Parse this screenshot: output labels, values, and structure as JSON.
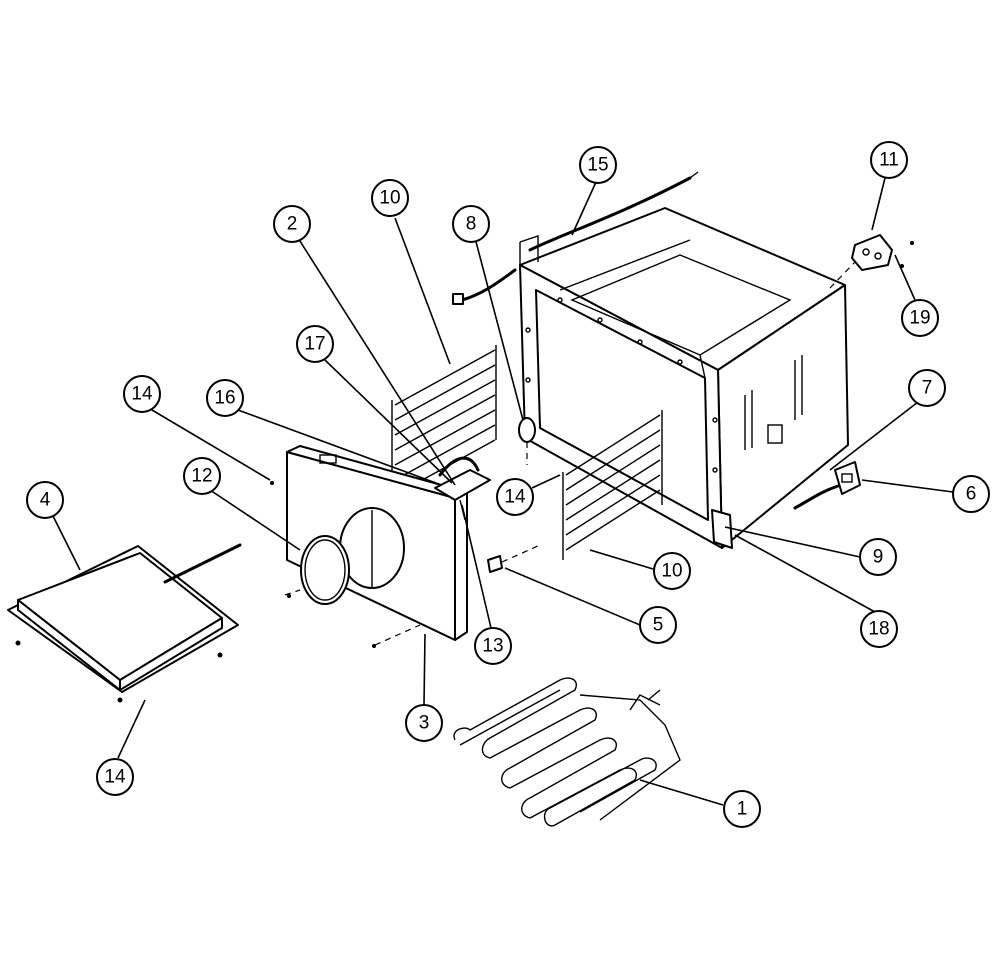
{
  "callouts": [
    {
      "id": "c1",
      "label": "1"
    },
    {
      "id": "c2",
      "label": "2"
    },
    {
      "id": "c3",
      "label": "3"
    },
    {
      "id": "c4",
      "label": "4"
    },
    {
      "id": "c5",
      "label": "5"
    },
    {
      "id": "c6",
      "label": "6"
    },
    {
      "id": "c7",
      "label": "7"
    },
    {
      "id": "c8",
      "label": "8"
    },
    {
      "id": "c9",
      "label": "9"
    },
    {
      "id": "c10a",
      "label": "10"
    },
    {
      "id": "c10b",
      "label": "10"
    },
    {
      "id": "c11",
      "label": "11"
    },
    {
      "id": "c12",
      "label": "12"
    },
    {
      "id": "c13",
      "label": "13"
    },
    {
      "id": "c14a",
      "label": "14"
    },
    {
      "id": "c14b",
      "label": "14"
    },
    {
      "id": "c14c",
      "label": "14"
    },
    {
      "id": "c15",
      "label": "15"
    },
    {
      "id": "c16",
      "label": "16"
    },
    {
      "id": "c17",
      "label": "17"
    },
    {
      "id": "c18",
      "label": "18"
    },
    {
      "id": "c19",
      "label": "19"
    }
  ]
}
